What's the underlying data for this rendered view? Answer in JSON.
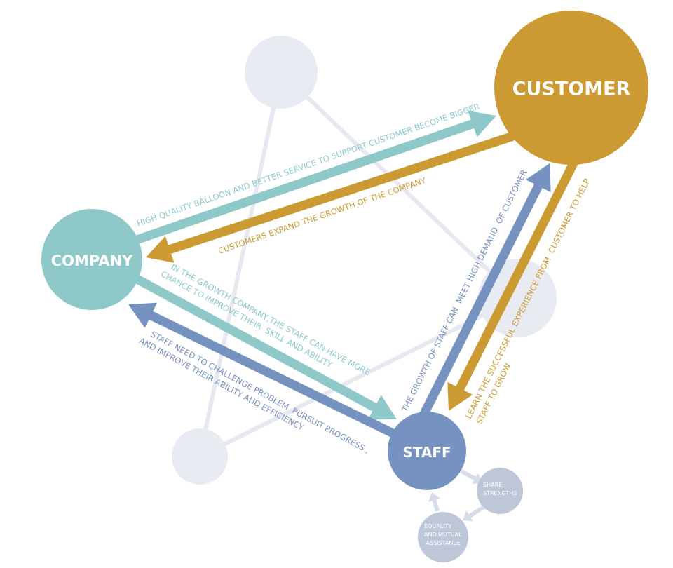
{
  "colors": {
    "customer": "#cc9a33",
    "company": "#8fc8c9",
    "staff": "#7692c0",
    "background_node": "#e8ebf1",
    "background_link": "#e6e9f0",
    "mini_node": "#bdc7d8",
    "mini_arrow": "#d6dde8"
  },
  "nodes": {
    "customer": {
      "label": "CUSTOMER"
    },
    "company": {
      "label": "COMPANY"
    },
    "staff": {
      "label": "STAFF"
    },
    "share_strengths": {
      "lines": [
        "SHARE",
        "STRENGTHS"
      ]
    },
    "equality": {
      "lines": [
        "EQUALITY",
        "AND MUTUAL",
        " ASSISTANCE"
      ]
    }
  },
  "edges": {
    "company_to_customer": {
      "lines": [
        "HIGH QUALITY BALLOON AND BETTER SERVICE TO SUPPORT CUSTOMER BECOME BIGGER"
      ]
    },
    "customer_to_company": {
      "lines": [
        "CUSTOMERS EXPAND THE GROWTH OF THE COMPANY"
      ]
    },
    "company_to_staff": {
      "lines": [
        "IN THE GROWTH COMPANY,THE STAFF CAN HAVE MORE",
        "CHANCE TO IMPROVE THEIR  SKILL AND ABILITY"
      ]
    },
    "staff_to_company": {
      "lines": [
        "STAFF NEED TO CHALLENGE PROBLEM  PURSUIT PROGRESS ,",
        "AND IMPROVE THEIR ABILITY AND EFFICIENCY"
      ]
    },
    "staff_to_customer": {
      "lines": [
        "THE GROWTH OF STAFF CAN  MEET HIGH DEMAND  OF CUSTOMER"
      ]
    },
    "customer_to_staff": {
      "lines": [
        "LEARN THE SUCCESSFUL EXPERIENCE FROM  CUSTOMER TO HELP",
        "STAFF TO GROW"
      ]
    }
  }
}
